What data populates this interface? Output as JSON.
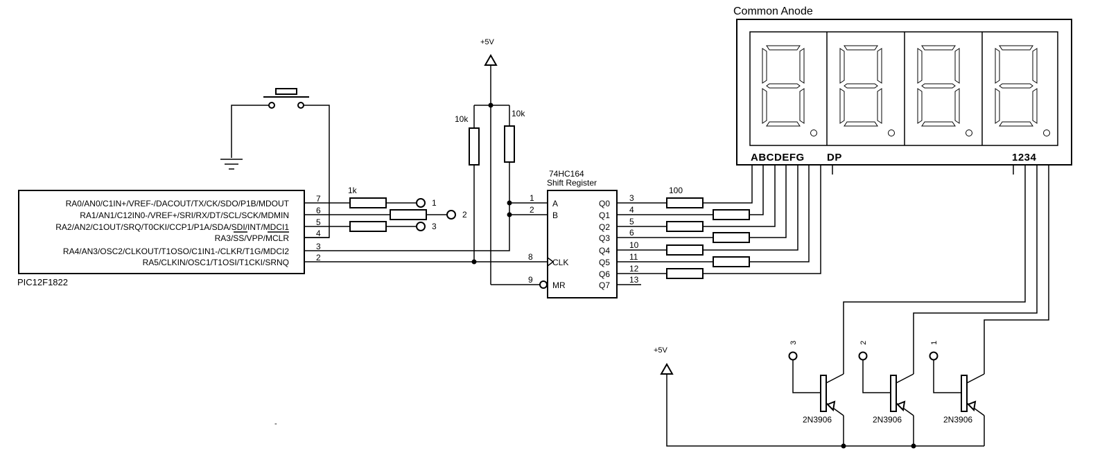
{
  "display": {
    "title": "Common Anode",
    "segment_label": "ABCDEFG",
    "dp_label": "DP",
    "digit_label": "1234"
  },
  "mcu": {
    "part": "PIC12F1822",
    "pins": [
      {
        "name": "RA0/AN0/C1IN+/VREF-/DACOUT/TX/CK/SDO/P1B/MDOUT",
        "num": "7"
      },
      {
        "name": "RA1/AN1/C12IN0-/VREF+/SRI/RX/DT/SCL/SCK/MDMIN",
        "num": "6"
      },
      {
        "name": "RA2/AN2/C1OUT/SRQ/T0CKI/CCP1/P1A/SDA/SDI/INT/MDCI1",
        "num": "5"
      },
      {
        "name": "RA3/SS/VPP/MCLR",
        "num": "4"
      },
      {
        "name": "RA4/AN3/OSC2/CLKOUT/T1OSO/C1IN1-/CLKR/T1G/MDCI2",
        "num": "3"
      },
      {
        "name": "RA5/CLKIN/OSC1/T1OSI/T1CKI/SRNQ",
        "num": "2"
      }
    ]
  },
  "shift_register": {
    "part": "74HC164",
    "desc": "Shift Register",
    "inputs": [
      {
        "name": "A",
        "num": "1"
      },
      {
        "name": "B",
        "num": "2"
      },
      {
        "name": "CLK",
        "num": "8"
      },
      {
        "name": "MR",
        "num": "9"
      }
    ],
    "outputs": [
      {
        "name": "Q0",
        "num": "3"
      },
      {
        "name": "Q1",
        "num": "4"
      },
      {
        "name": "Q2",
        "num": "5"
      },
      {
        "name": "Q3",
        "num": "6"
      },
      {
        "name": "Q4",
        "num": "10"
      },
      {
        "name": "Q5",
        "num": "11"
      },
      {
        "name": "Q6",
        "num": "12"
      },
      {
        "name": "Q7",
        "num": "13"
      }
    ]
  },
  "resistors": {
    "series": "1k",
    "pullup_left": "10k",
    "pullup_right": "10k",
    "segment": "100"
  },
  "supply": {
    "top": "+5V",
    "bottom": "+5V"
  },
  "terminals": [
    "1",
    "2",
    "3"
  ],
  "transistors": [
    {
      "model": "2N3906",
      "base": "3"
    },
    {
      "model": "2N3906",
      "base": "2"
    },
    {
      "model": "2N3906",
      "base": "1"
    }
  ],
  "stray_mark": "-"
}
